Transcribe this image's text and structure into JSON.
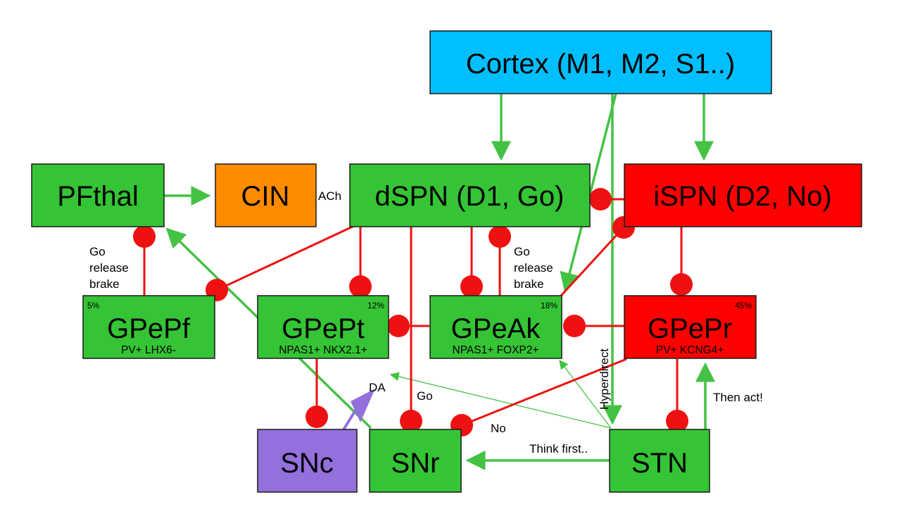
{
  "nodes": {
    "cortex": {
      "label": "Cortex (M1, M2, S1..)",
      "color": "#00bfff"
    },
    "pfthal": {
      "label": "PFthal",
      "color": "#35c435"
    },
    "cin": {
      "label": "CIN",
      "color": "#ff8c00"
    },
    "dspn": {
      "label": "dSPN (D1, Go)",
      "color": "#35c435"
    },
    "ispn": {
      "label": "iSPN (D2, No)",
      "color": "#ff0000"
    },
    "gpepf": {
      "label": "GPePf",
      "sub": "PV+ LHX6-",
      "pct": "5%",
      "color": "#35c435"
    },
    "gpept": {
      "label": "GPePt",
      "sub": "NPAS1+ NKX2.1+",
      "pct": "12%",
      "color": "#35c435"
    },
    "gpeak": {
      "label": "GPeAk",
      "sub": "NPAS1+ FOXP2+",
      "pct": "18%",
      "color": "#35c435"
    },
    "gpepr": {
      "label": "GPePr",
      "sub": "PV+ KCNG4+",
      "pct": "45%",
      "color": "#ff0000"
    },
    "snc": {
      "label": "SNc",
      "color": "#9370db"
    },
    "snr": {
      "label": "SNr",
      "color": "#35c435"
    },
    "stn": {
      "label": "STN",
      "color": "#35c435"
    }
  },
  "labels": {
    "ach": "ACh",
    "go_release_brake_left": [
      "Go",
      "release",
      "brake"
    ],
    "go_release_brake_right": [
      "Go",
      "release",
      "brake"
    ],
    "da": "DA",
    "go": "Go",
    "no": "No",
    "think_first": "Think first..",
    "then_act": "Then act!",
    "hyperdirect": "Hyperdirect"
  },
  "colors": {
    "excitatory": "#44c244",
    "inhibitory": "#ee1111",
    "dopamine": "#9370db"
  }
}
